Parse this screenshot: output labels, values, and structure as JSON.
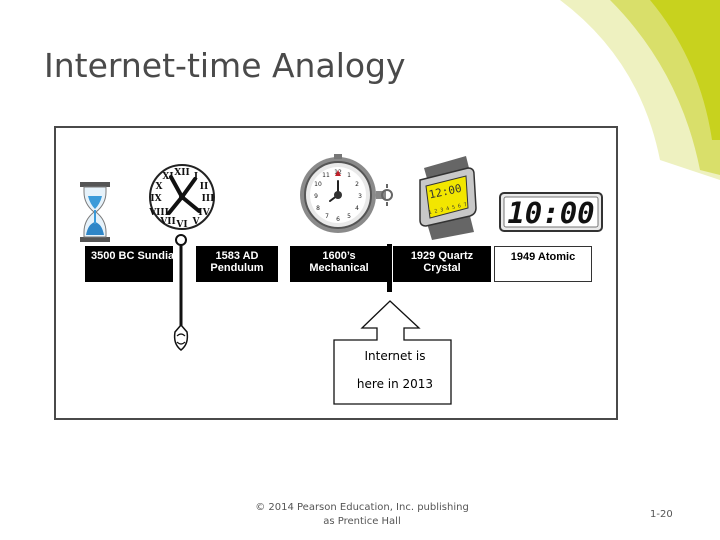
{
  "slide": {
    "title": "Internet-time Analogy",
    "footer_line1": "© 2014 Pearson Education, Inc. publishing",
    "footer_line2": "as Prentice Hall",
    "page_number": "1-20"
  },
  "timeline": {
    "segments": [
      {
        "label_line1": "3500 BC Sundia",
        "label_line2": ""
      },
      {
        "label_line1": "1583 AD",
        "label_line2": "Pendulum"
      },
      {
        "label_line1": "1600’s",
        "label_line2": "Mechanical"
      },
      {
        "label_line1": "1929 Quartz",
        "label_line2": "Crystal"
      },
      {
        "label_line1": "1949 Atomic",
        "label_line2": ""
      }
    ],
    "marker_line1": "Internet  is",
    "marker_line2": "here in 2013"
  },
  "devices": {
    "quartz_time": "12:00",
    "atomic_time": "10:00"
  },
  "colors": {
    "accent_green": "#c8d21e",
    "accent_light": "#e8ec9a",
    "segment_fill": "#000000"
  }
}
